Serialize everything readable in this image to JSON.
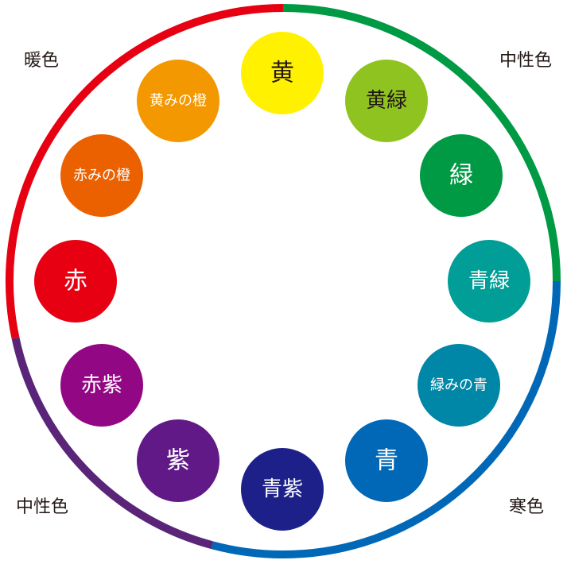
{
  "corner_labels": {
    "top_left": "暖色",
    "top_right": "中性色",
    "bottom_left": "中性色",
    "bottom_right": "寒色"
  },
  "ring_segments": [
    {
      "name": "warm",
      "color": "#e60012"
    },
    {
      "name": "neutral-top",
      "color": "#009944"
    },
    {
      "name": "cool",
      "color": "#0068b7"
    },
    {
      "name": "neutral-bottom",
      "color": "#5a2579"
    }
  ],
  "hues": [
    {
      "label": "黄",
      "color": "#fff100",
      "text_color": "#231815"
    },
    {
      "label": "黄緑",
      "color": "#8fc31f",
      "text_color": "#231815"
    },
    {
      "label": "緑",
      "color": "#009944",
      "text_color": "#ffffff"
    },
    {
      "label": "青緑",
      "color": "#009e96",
      "text_color": "#ffffff"
    },
    {
      "label": "緑みの青",
      "color": "#0086a6",
      "text_color": "#ffffff"
    },
    {
      "label": "青",
      "color": "#0068b7",
      "text_color": "#ffffff"
    },
    {
      "label": "青紫",
      "color": "#1d2088",
      "text_color": "#ffffff"
    },
    {
      "label": "紫",
      "color": "#601986",
      "text_color": "#ffffff"
    },
    {
      "label": "赤紫",
      "color": "#920783",
      "text_color": "#ffffff"
    },
    {
      "label": "赤",
      "color": "#e60012",
      "text_color": "#ffffff"
    },
    {
      "label": "赤みの橙",
      "color": "#eb6100",
      "text_color": "#ffffff"
    },
    {
      "label": "黄みの橙",
      "color": "#f39800",
      "text_color": "#ffffff"
    }
  ]
}
